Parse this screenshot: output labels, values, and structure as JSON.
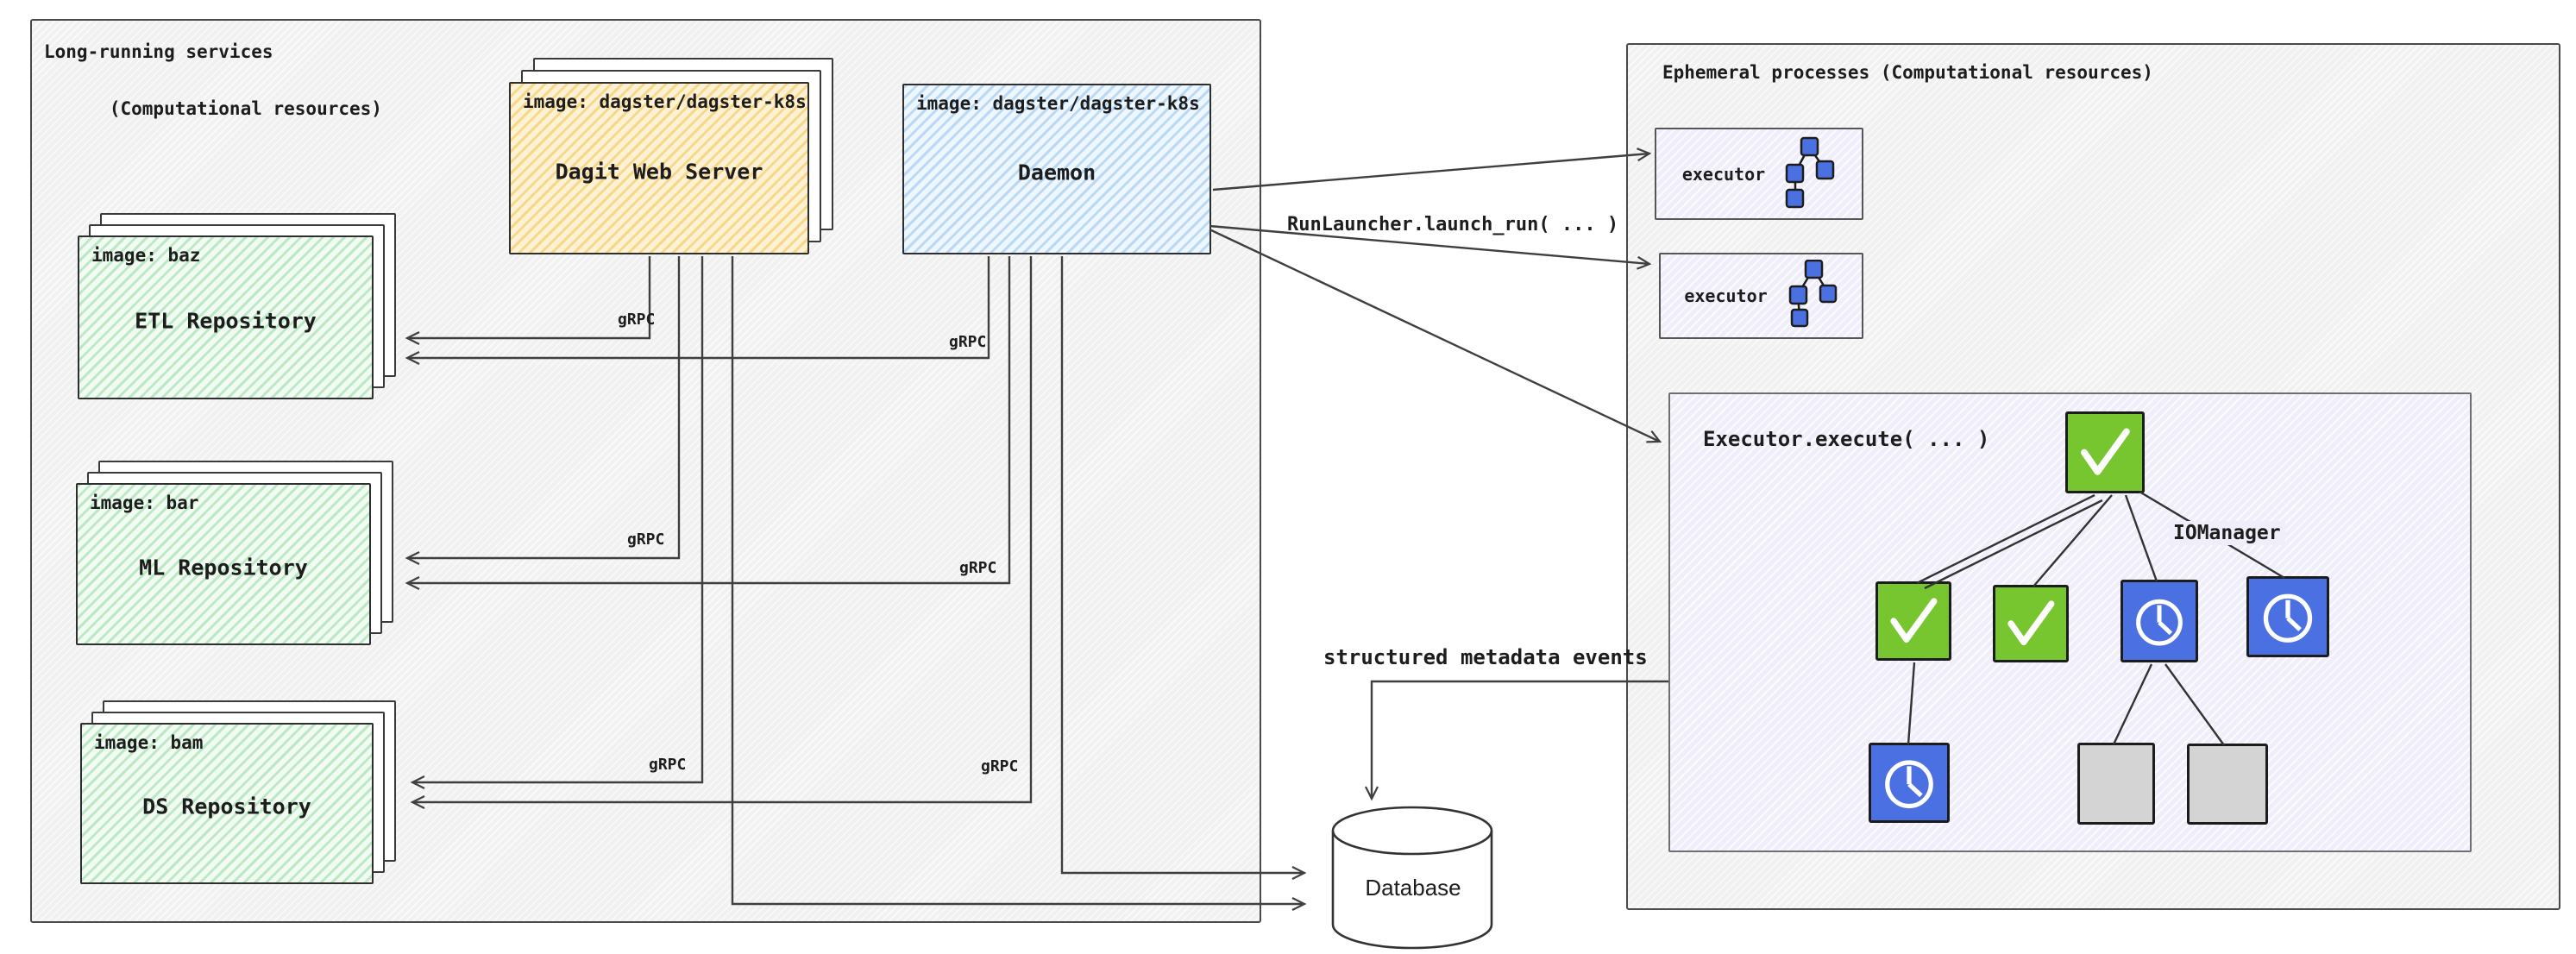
{
  "left_panel": {
    "title_line1": "Long-running services",
    "title_line2": "(Computational resources)"
  },
  "right_panel": {
    "title": "Ephemeral processes (Computational resources)"
  },
  "nodes": {
    "dagit": {
      "image_label": "image: dagster/dagster-k8s",
      "name": "Dagit Web Server"
    },
    "daemon": {
      "image_label": "image: dagster/dagster-k8s",
      "name": "Daemon"
    },
    "repos": [
      {
        "image_label": "image: baz",
        "name": "ETL Repository"
      },
      {
        "image_label": "image: bar",
        "name": "ML Repository"
      },
      {
        "image_label": "image: bam",
        "name": "DS Repository"
      }
    ]
  },
  "labels": {
    "grpc": "gRPC",
    "run_launcher": "RunLauncher.launch_run( ... )",
    "executor": "executor",
    "executor_execute": "Executor.execute( ... )",
    "io_manager": "IOManager",
    "metadata_events": "structured metadata events",
    "database": "Database"
  },
  "colors": {
    "dagit_fill": "#fdf2d4",
    "dagit_hatch": "#f6c14d",
    "daemon_fill": "#eef6fe",
    "daemon_hatch": "#8fc1f0",
    "repo_fill": "#f1fbf2",
    "repo_hatch": "#8fd9a0",
    "panel_fill": "#f1f1f1",
    "lavender_fill": "#efeefa",
    "step_green": "#77c62f",
    "step_blue": "#4b70e2",
    "step_gray": "#d4d4d4",
    "wire_stroke": "#3f3f3f"
  }
}
